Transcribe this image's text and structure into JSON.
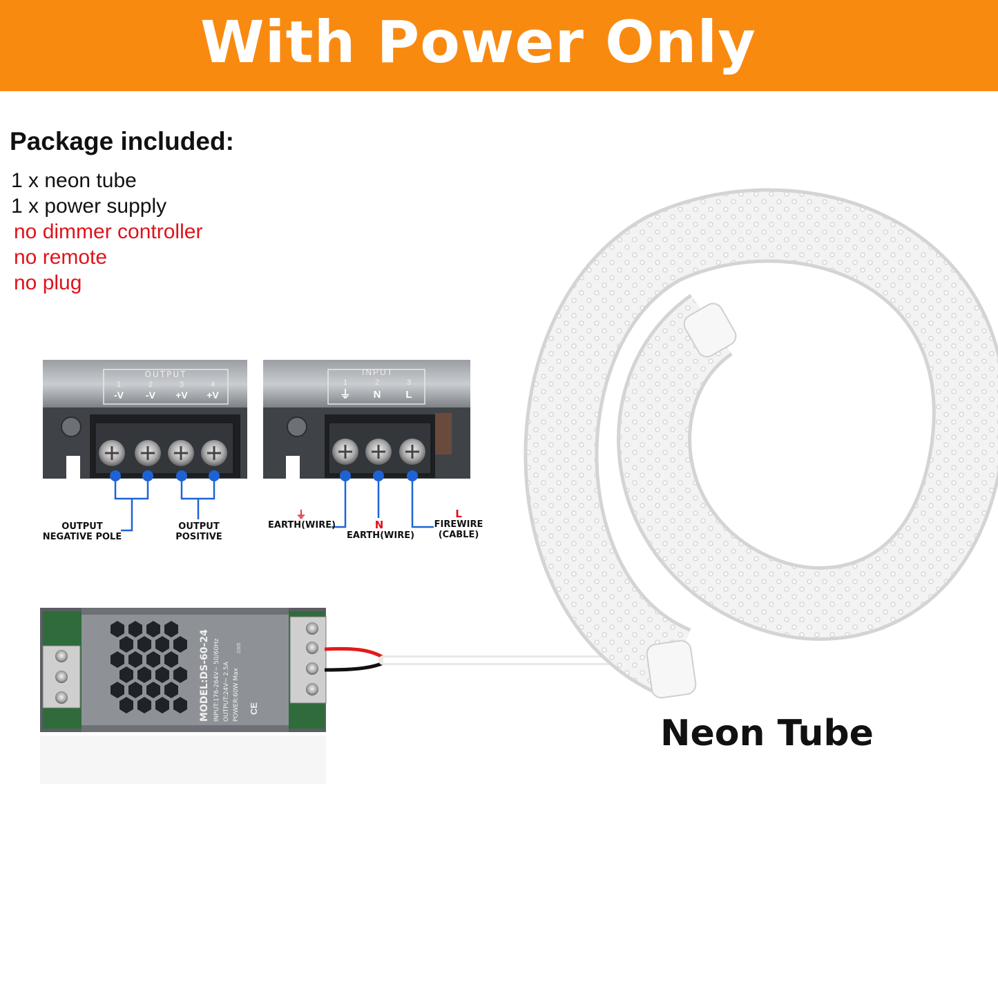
{
  "banner": {
    "title": "With Power Only",
    "color": "#f98a10"
  },
  "package": {
    "heading": "Package included:",
    "items": [
      "1 x neon tube",
      "1 x power supply"
    ],
    "excluded": [
      "no dimmer controller",
      "no remote",
      "no plug"
    ],
    "excluded_color": "#e0121b"
  },
  "output_terminal": {
    "header": "OUTPUT",
    "numbers": [
      "1",
      "2",
      "3",
      "4"
    ],
    "labels": [
      "-V",
      "-V",
      "+V",
      "+V"
    ],
    "callouts": {
      "negative": [
        "OUTPUT",
        "NEGATIVE POLE"
      ],
      "positive": [
        "OUTPUT",
        "POSITIVE"
      ]
    }
  },
  "input_terminal": {
    "header": "INPUT",
    "numbers": [
      "1",
      "2",
      "3"
    ],
    "labels": [
      "⏚",
      "N",
      "L"
    ],
    "callouts": {
      "earth": {
        "symbol": "⏚",
        "text": "EARTH(WIRE)"
      },
      "neutral": {
        "symbol": "N",
        "text": "EARTH(WIRE)"
      },
      "live": {
        "symbol": "L",
        "lines": [
          "FIREWIRE",
          "(CABLE)"
        ]
      }
    }
  },
  "power_supply_label": {
    "model": "MODEL:DS-60-24",
    "input": "INPUT:176-264V~ 50/60Hz",
    "output": "OUTPUT:24V⎓ 2.5A",
    "power": "POWER:60W Max",
    "mark": "CE",
    "year": "2305"
  },
  "neon_tube": {
    "label": "Neon Tube"
  },
  "icons": [
    "screw-terminal-icon",
    "ground-symbol-icon",
    "ce-mark-icon"
  ]
}
